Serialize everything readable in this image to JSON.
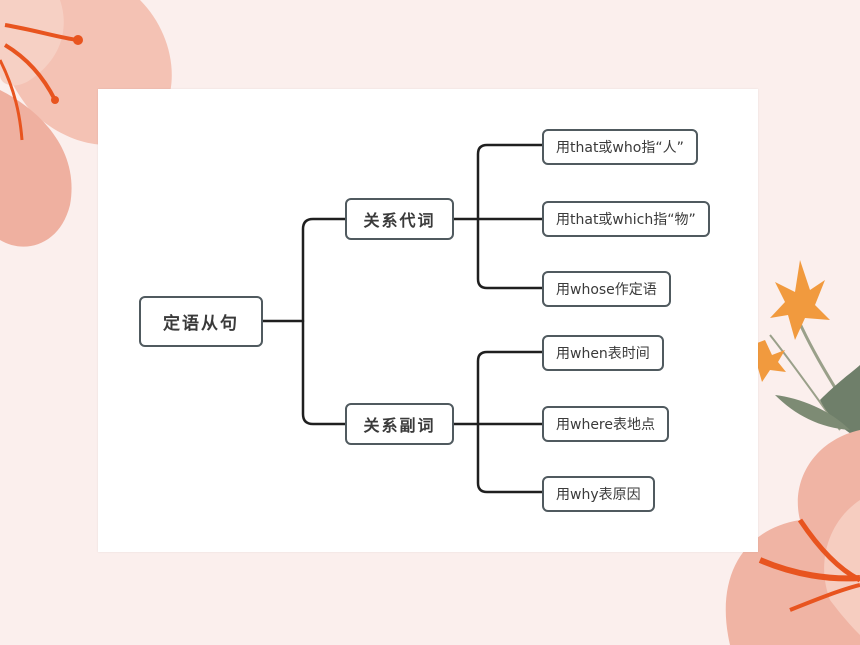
{
  "mindmap": {
    "root": "定语从句",
    "branches": [
      {
        "label": "关系代词",
        "children": [
          "用that或who指“人”",
          "用that或which指“物”",
          "用whose作定语"
        ]
      },
      {
        "label": "关系副词",
        "children": [
          "用when表时间",
          "用where表地点",
          "用why表原因"
        ]
      }
    ]
  },
  "colors": {
    "line": "#1f1f1f",
    "node_border": "#505a5f",
    "petal": "#f0b4a4",
    "flower_center": "#e8541f",
    "background": "#fbefed"
  }
}
